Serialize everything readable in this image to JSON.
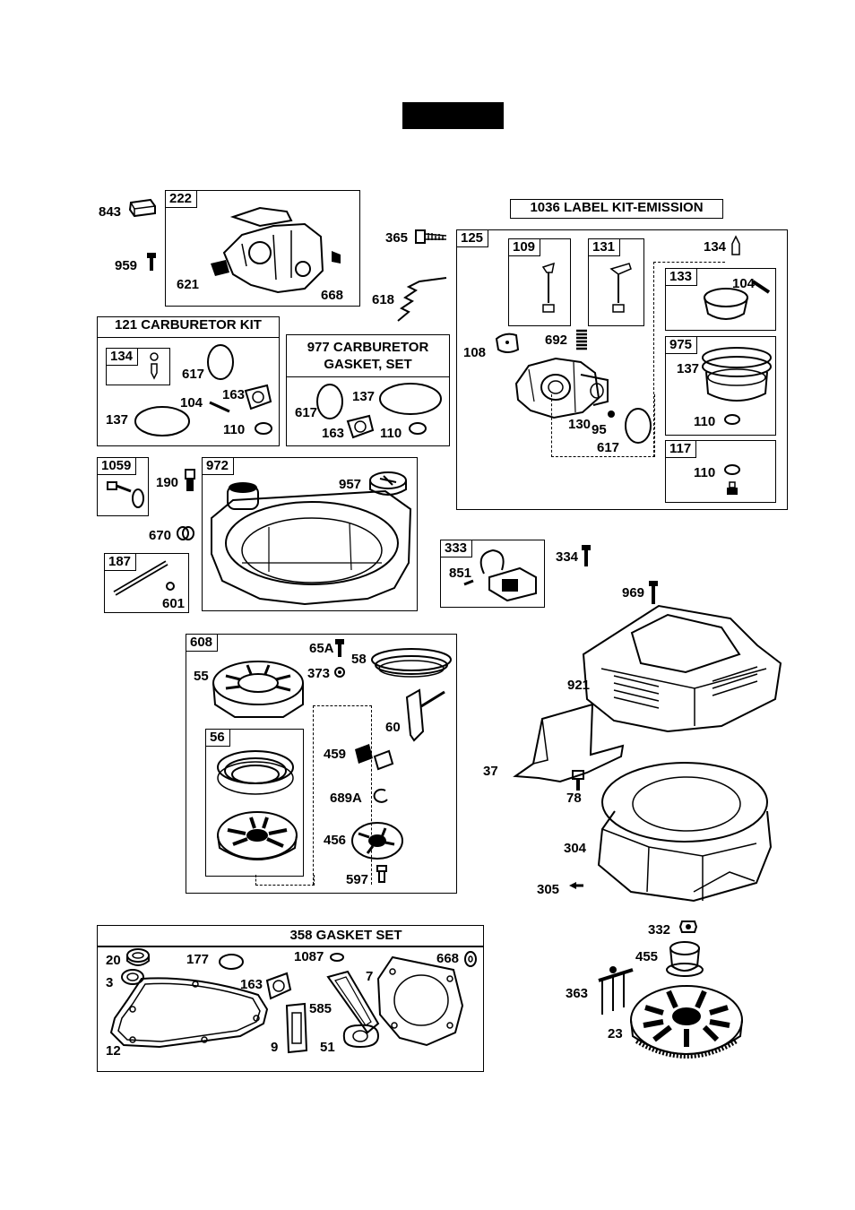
{
  "header_bar": {
    "color": "#000000"
  },
  "groups": {
    "g222": {
      "num": "222"
    },
    "g121": {
      "title": "121 CARBURETOR KIT"
    },
    "g121_134": {
      "num": "134"
    },
    "g977": {
      "title_line1": "977 CARBURETOR",
      "title_line2": "GASKET, SET"
    },
    "g1036": {
      "title": "1036 LABEL KIT-EMISSION"
    },
    "g125": {
      "num": "125"
    },
    "g109": {
      "num": "109"
    },
    "g131": {
      "num": "131"
    },
    "g133": {
      "num": "133"
    },
    "g975": {
      "num": "975"
    },
    "g117": {
      "num": "117"
    },
    "g1059": {
      "num": "1059"
    },
    "g972": {
      "num": "972"
    },
    "g187": {
      "num": "187"
    },
    "g333": {
      "num": "333"
    },
    "g608": {
      "num": "608"
    },
    "g56": {
      "num": "56"
    },
    "g358": {
      "title": "358 GASKET SET"
    }
  },
  "callouts": {
    "c843": "843",
    "c959": "959",
    "c621": "621",
    "c668a": "668",
    "c365": "365",
    "c618": "618",
    "c134b": "134",
    "c104a": "104",
    "c108": "108",
    "c692": "692",
    "c130": "130",
    "c95": "95",
    "c617c": "617",
    "c137c": "137",
    "c110c": "110",
    "c110d": "110",
    "c617a": "617",
    "c104b": "104",
    "c163a": "163",
    "c137a": "137",
    "c110a": "110",
    "c617b": "617",
    "c137b": "137",
    "c163b": "163",
    "c110b": "110",
    "c190": "190",
    "c957": "957",
    "c670": "670",
    "c601": "601",
    "c851": "851",
    "c334": "334",
    "c969": "969",
    "c921": "921",
    "c37": "37",
    "c78": "78",
    "c304": "304",
    "c305": "305",
    "c65a": "65A",
    "c373": "373",
    "c58": "58",
    "c55": "55",
    "c60": "60",
    "c459": "459",
    "c689a": "689A",
    "c456": "456",
    "c597": "597",
    "c332": "332",
    "c455": "455",
    "c363": "363",
    "c23": "23",
    "c20": "20",
    "c177": "177",
    "c1087": "1087",
    "c668b": "668",
    "c3": "3",
    "c7": "7",
    "c163c": "163",
    "c585": "585",
    "c12": "12",
    "c9": "9",
    "c51": "51"
  },
  "icons": [
    "carburetor-icon",
    "spring-icon",
    "bolt-icon",
    "gasket-ring-icon",
    "blower-housing-icon",
    "fuel-tank-icon",
    "ignition-module-icon",
    "rewind-starter-icon",
    "pulley-icon",
    "engine-shroud-icon",
    "baffle-icon",
    "flywheel-icon",
    "fan-nut-icon",
    "gasket-icon"
  ]
}
